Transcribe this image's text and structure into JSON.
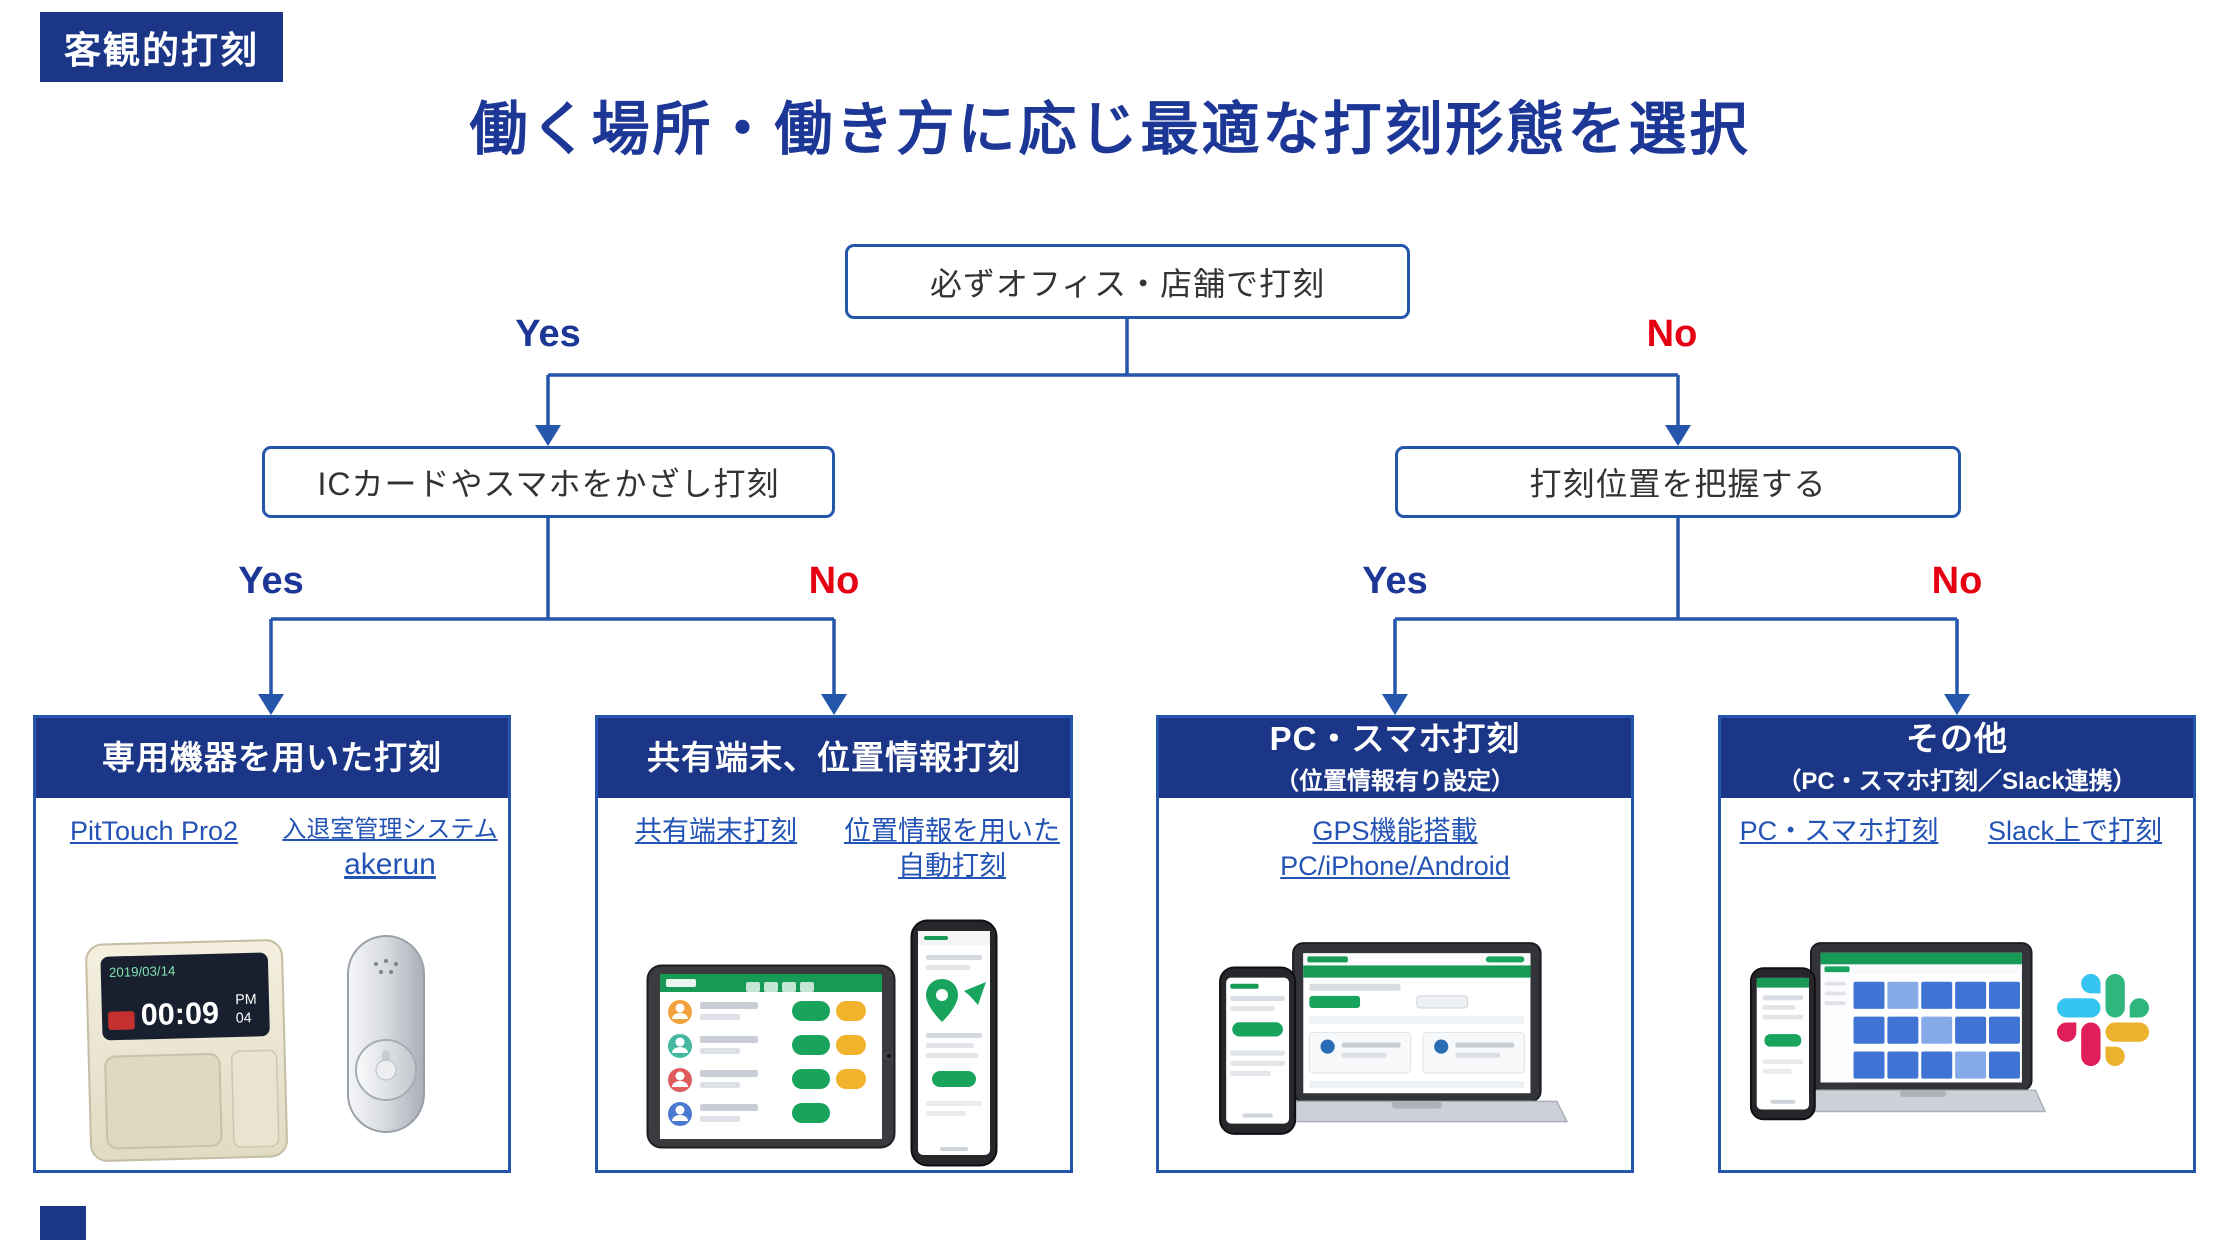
{
  "badge": {
    "label": "客観的打刻"
  },
  "title": "働く場所・働き方に応じ最適な打刻形態を選択",
  "tree": {
    "root": {
      "label": "必ずオフィス・店舗で打刻",
      "yes": "Yes",
      "no": "No"
    },
    "left": {
      "label": "ICカードやスマホをかざし打刻",
      "yes": "Yes",
      "no": "No"
    },
    "right": {
      "label": "打刻位置を把握する",
      "yes": "Yes",
      "no": "No"
    }
  },
  "cards": [
    {
      "title": "専用機器を用いた打刻",
      "link1": "PitTouch Pro2",
      "link2_line1": "入退室管理システム",
      "link2_line2": "akerun",
      "device_date": "2019/03/14",
      "device_time": "00:09",
      "device_ampm": "PM",
      "device_sec": "04"
    },
    {
      "title": "共有端末、位置情報打刻",
      "link1": "共有端末打刻",
      "link2_line1": "位置情報を用いた",
      "link2_line2": "自動打刻"
    },
    {
      "title": "PC・スマホ打刻",
      "subtitle": "（位置情報有り設定）",
      "link1_line1": "GPS機能搭載",
      "link1_line2": "PC/iPhone/Android"
    },
    {
      "title": "その他",
      "subtitle": "（PC・スマホ打刻／Slack連携）",
      "link1": "PC・スマホ打刻",
      "link2": "Slack上で打刻"
    }
  ],
  "colors": {
    "navy": "#1C3687",
    "line_blue": "#2456AB",
    "yes_blue": "#1D3796",
    "no_red": "#E60012",
    "link_blue": "#2353B5",
    "app_green": "#169A55",
    "slack_blue": "#36C5F0",
    "slack_green": "#2EB67D",
    "slack_red": "#E01E5A",
    "slack_yellow": "#ECB22E"
  }
}
